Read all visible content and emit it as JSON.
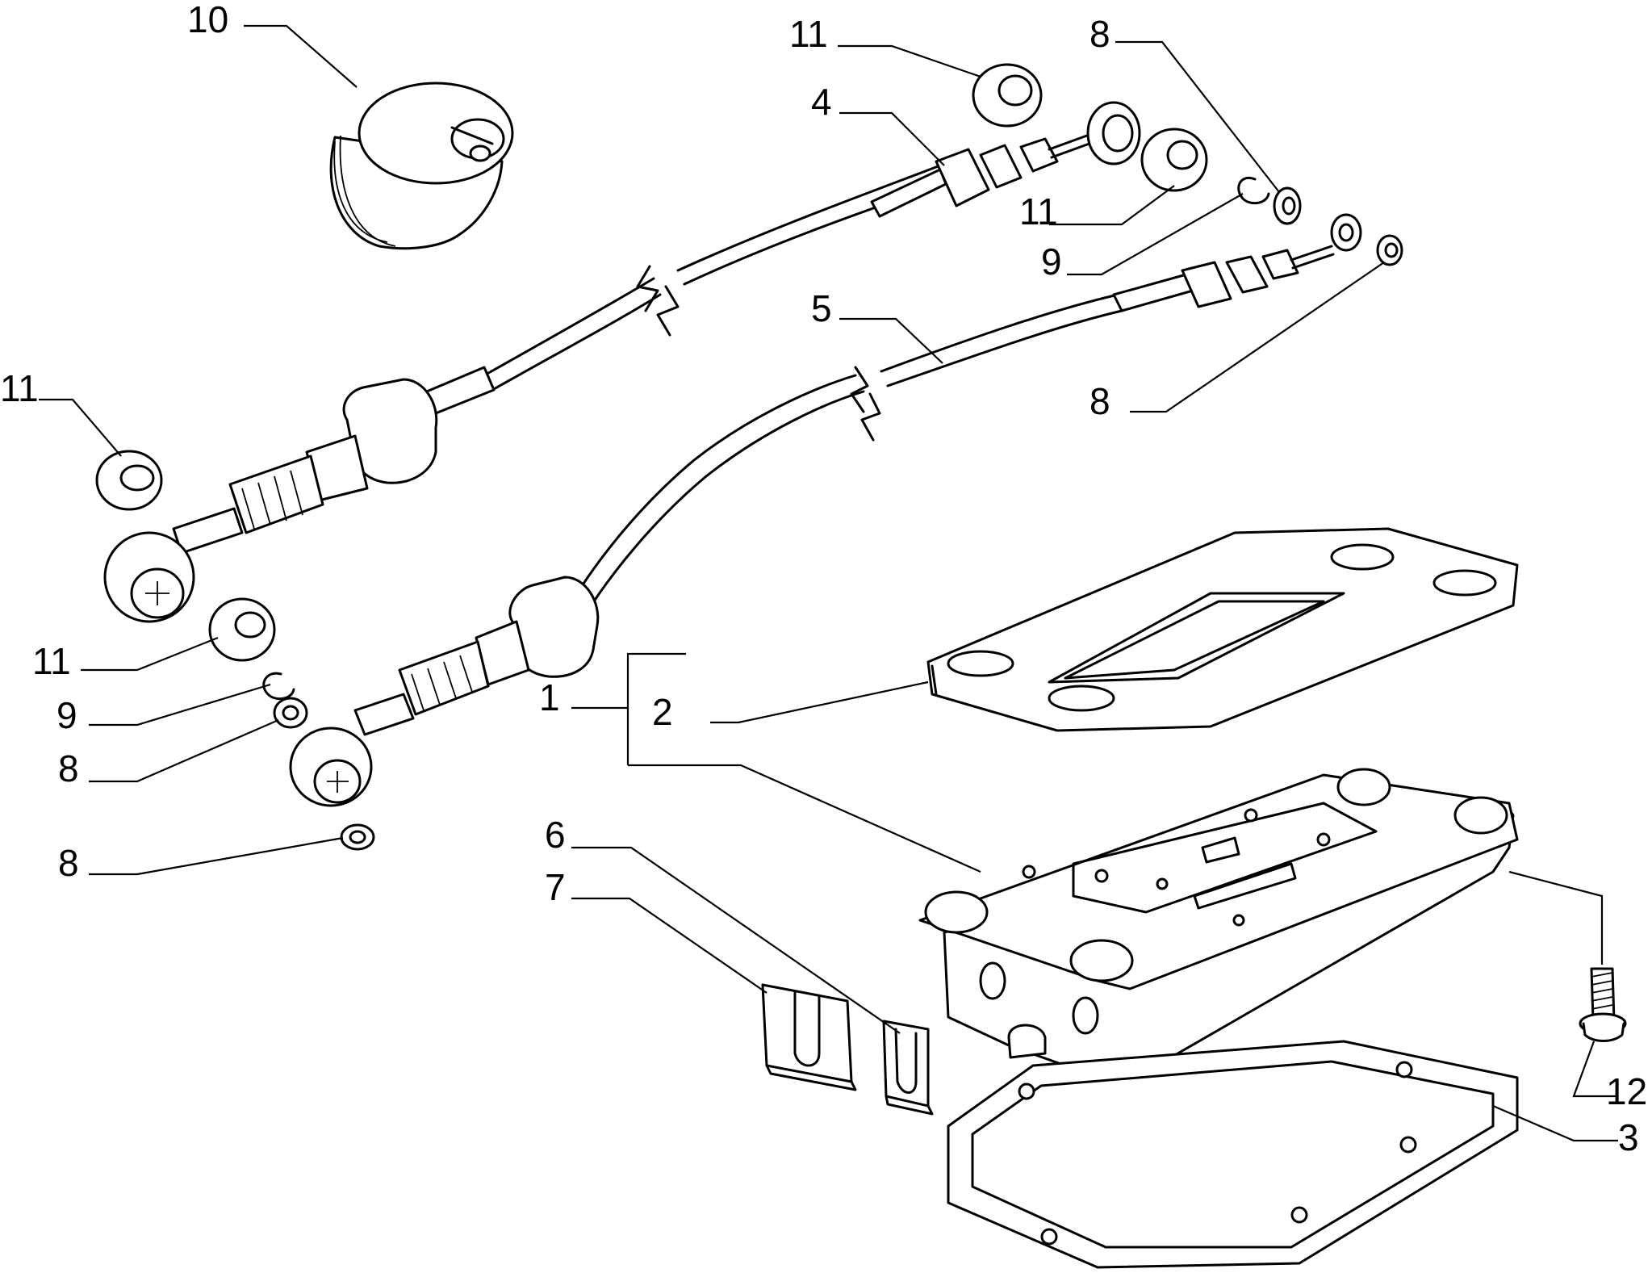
{
  "callouts": [
    {
      "id": "c10",
      "text": "10"
    },
    {
      "id": "c11a",
      "text": "11"
    },
    {
      "id": "c8a",
      "text": "8"
    },
    {
      "id": "c4",
      "text": "4"
    },
    {
      "id": "c11b",
      "text": "11"
    },
    {
      "id": "c9a",
      "text": "9"
    },
    {
      "id": "c5",
      "text": "5"
    },
    {
      "id": "c8b",
      "text": "8"
    },
    {
      "id": "c11c",
      "text": "11"
    },
    {
      "id": "c11d",
      "text": "11"
    },
    {
      "id": "c9b",
      "text": "9"
    },
    {
      "id": "c8c",
      "text": "8"
    },
    {
      "id": "c8d",
      "text": "8"
    },
    {
      "id": "c1",
      "text": "1"
    },
    {
      "id": "c2",
      "text": "2"
    },
    {
      "id": "c6",
      "text": "6"
    },
    {
      "id": "c7",
      "text": "7"
    },
    {
      "id": "c12",
      "text": "12"
    },
    {
      "id": "c3",
      "text": "3"
    }
  ]
}
